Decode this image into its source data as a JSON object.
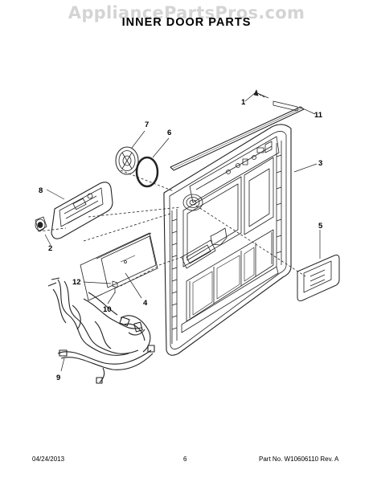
{
  "header": {
    "watermark": "AppliancePartsPros.com",
    "title": "INNER DOOR PARTS"
  },
  "callouts": {
    "c1": "1",
    "c11": "11",
    "c7": "7",
    "c6": "6",
    "c3": "3",
    "c8": "8",
    "c2": "2",
    "c5": "5",
    "c12": "12",
    "c10": "10",
    "c4": "4",
    "c9": "9"
  },
  "footer": {
    "date": "04/24/2013",
    "page": "6",
    "part_info": "Part No. W10606110 Rev. A"
  }
}
